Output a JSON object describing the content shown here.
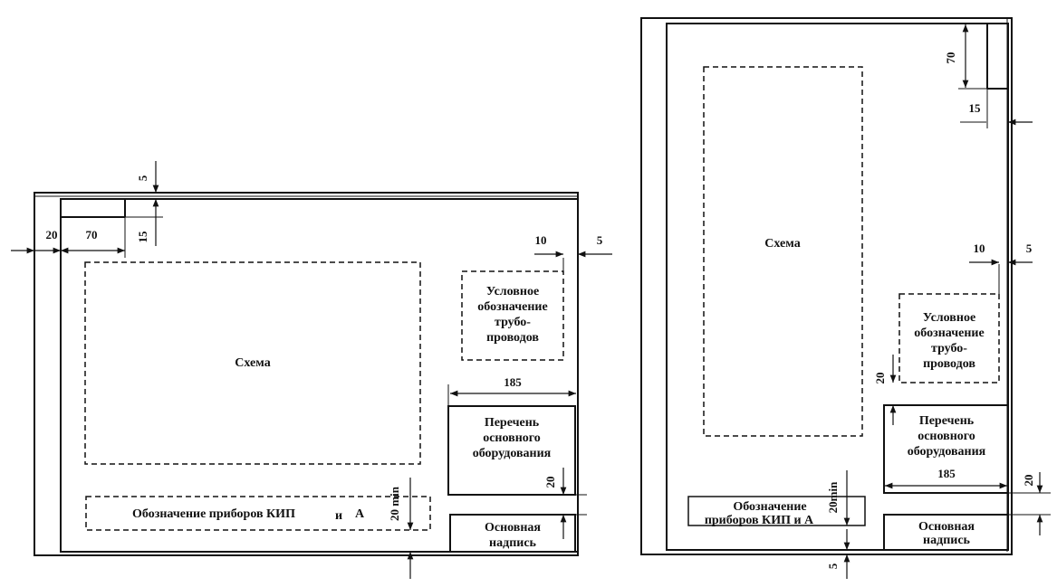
{
  "left_sheet": {
    "scheme_label": "Схема",
    "pipe_legend_lines": [
      "Условное",
      "обозначение",
      "трубо-",
      "проводов"
    ],
    "equipment_lines": [
      "Перечень",
      "основного",
      "оборудования"
    ],
    "instruments_label_parts": [
      "Обозначение приборов КИП",
      "и",
      "А"
    ],
    "title_block_lines": [
      "Основная",
      "надпись"
    ],
    "dims": {
      "top_gap": "5",
      "left_margin": "20",
      "corner_width": "70",
      "corner_height": "15",
      "legend_offset": "10",
      "right_margin": "5",
      "table_width": "185",
      "table_gap": "20",
      "instruments_gap": "20 min"
    }
  },
  "right_sheet": {
    "scheme_label": "Схема",
    "pipe_legend_lines": [
      "Условное",
      "обозначение",
      "трубо-",
      "проводов"
    ],
    "equipment_lines": [
      "Перечень",
      "основного",
      "оборудования"
    ],
    "instruments_lines": [
      "Обозначение",
      "приборов КИП и А"
    ],
    "title_block_lines": [
      "Основная",
      "надпись"
    ],
    "dims": {
      "corner_height": "70",
      "corner_width": "15",
      "legend_offset": "10",
      "right_margin": "5",
      "table_gap": "20",
      "table_width": "185",
      "instruments_gap": "20min",
      "title_gap": "20",
      "bottom_gap": "5"
    }
  }
}
